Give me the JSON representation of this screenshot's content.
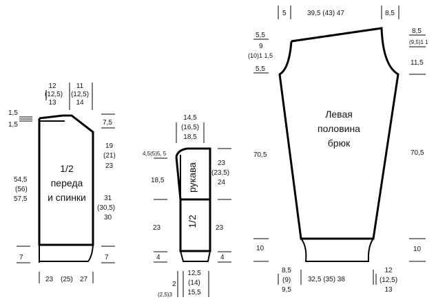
{
  "front_back": {
    "title_lines": [
      "1/2",
      "переда",
      "и спинки"
    ],
    "neck_width": [
      "12",
      "(12,5)",
      "13"
    ],
    "shoulder_width": [
      "11",
      "(12,5)",
      "14"
    ],
    "neck_depth_a": "1,5",
    "neck_depth_b": "1,5",
    "shoulder_drop": "7,5",
    "armhole": [
      "19",
      "(21)",
      "23"
    ],
    "side_to_armhole": [
      "31",
      "(30,5)",
      "30"
    ],
    "total_length": [
      "54,5",
      "(56)",
      "57,5"
    ],
    "cuff_left": "7",
    "cuff_right": "7",
    "bottom_width": [
      "23",
      "(25)",
      "27"
    ]
  },
  "sleeve": {
    "title_word": "рукава",
    "title_half": "1/2",
    "top_width": [
      "14,5",
      "(16,5)",
      "18,5"
    ],
    "cap_left": "4,5(5)5, 5",
    "cap_right": [
      "23",
      "(23,5)",
      "24"
    ],
    "upper_left": "18,5",
    "lower_left": "23",
    "lower_right": "23",
    "cuff_left": "4",
    "cuff_right": "4",
    "offset_main": "2",
    "offset_sizes": "(2,5)3",
    "bottom_width": [
      "12,5",
      "(14)",
      "15,5"
    ]
  },
  "pants": {
    "title_lines": [
      "Левая",
      "половина",
      "брюк"
    ],
    "top_left_small": "5",
    "waist_width": "39,5  (43)  47",
    "top_right_small": "8,5",
    "left_rise": [
      "5,5",
      "9",
      "(10)1 1,5",
      "5,5"
    ],
    "right_rise": [
      "8,5",
      "(9,5)1 1"
    ],
    "right_crotch": "11,5",
    "left_length": "70,5",
    "right_length": "70,5",
    "cuff_left": "10",
    "cuff_right": "10",
    "bottom_left": [
      "8,5",
      "(9)",
      "9,5"
    ],
    "bottom_width": "32,5  (35)  38",
    "bottom_right": [
      "12",
      "(12,5)",
      "13"
    ]
  }
}
